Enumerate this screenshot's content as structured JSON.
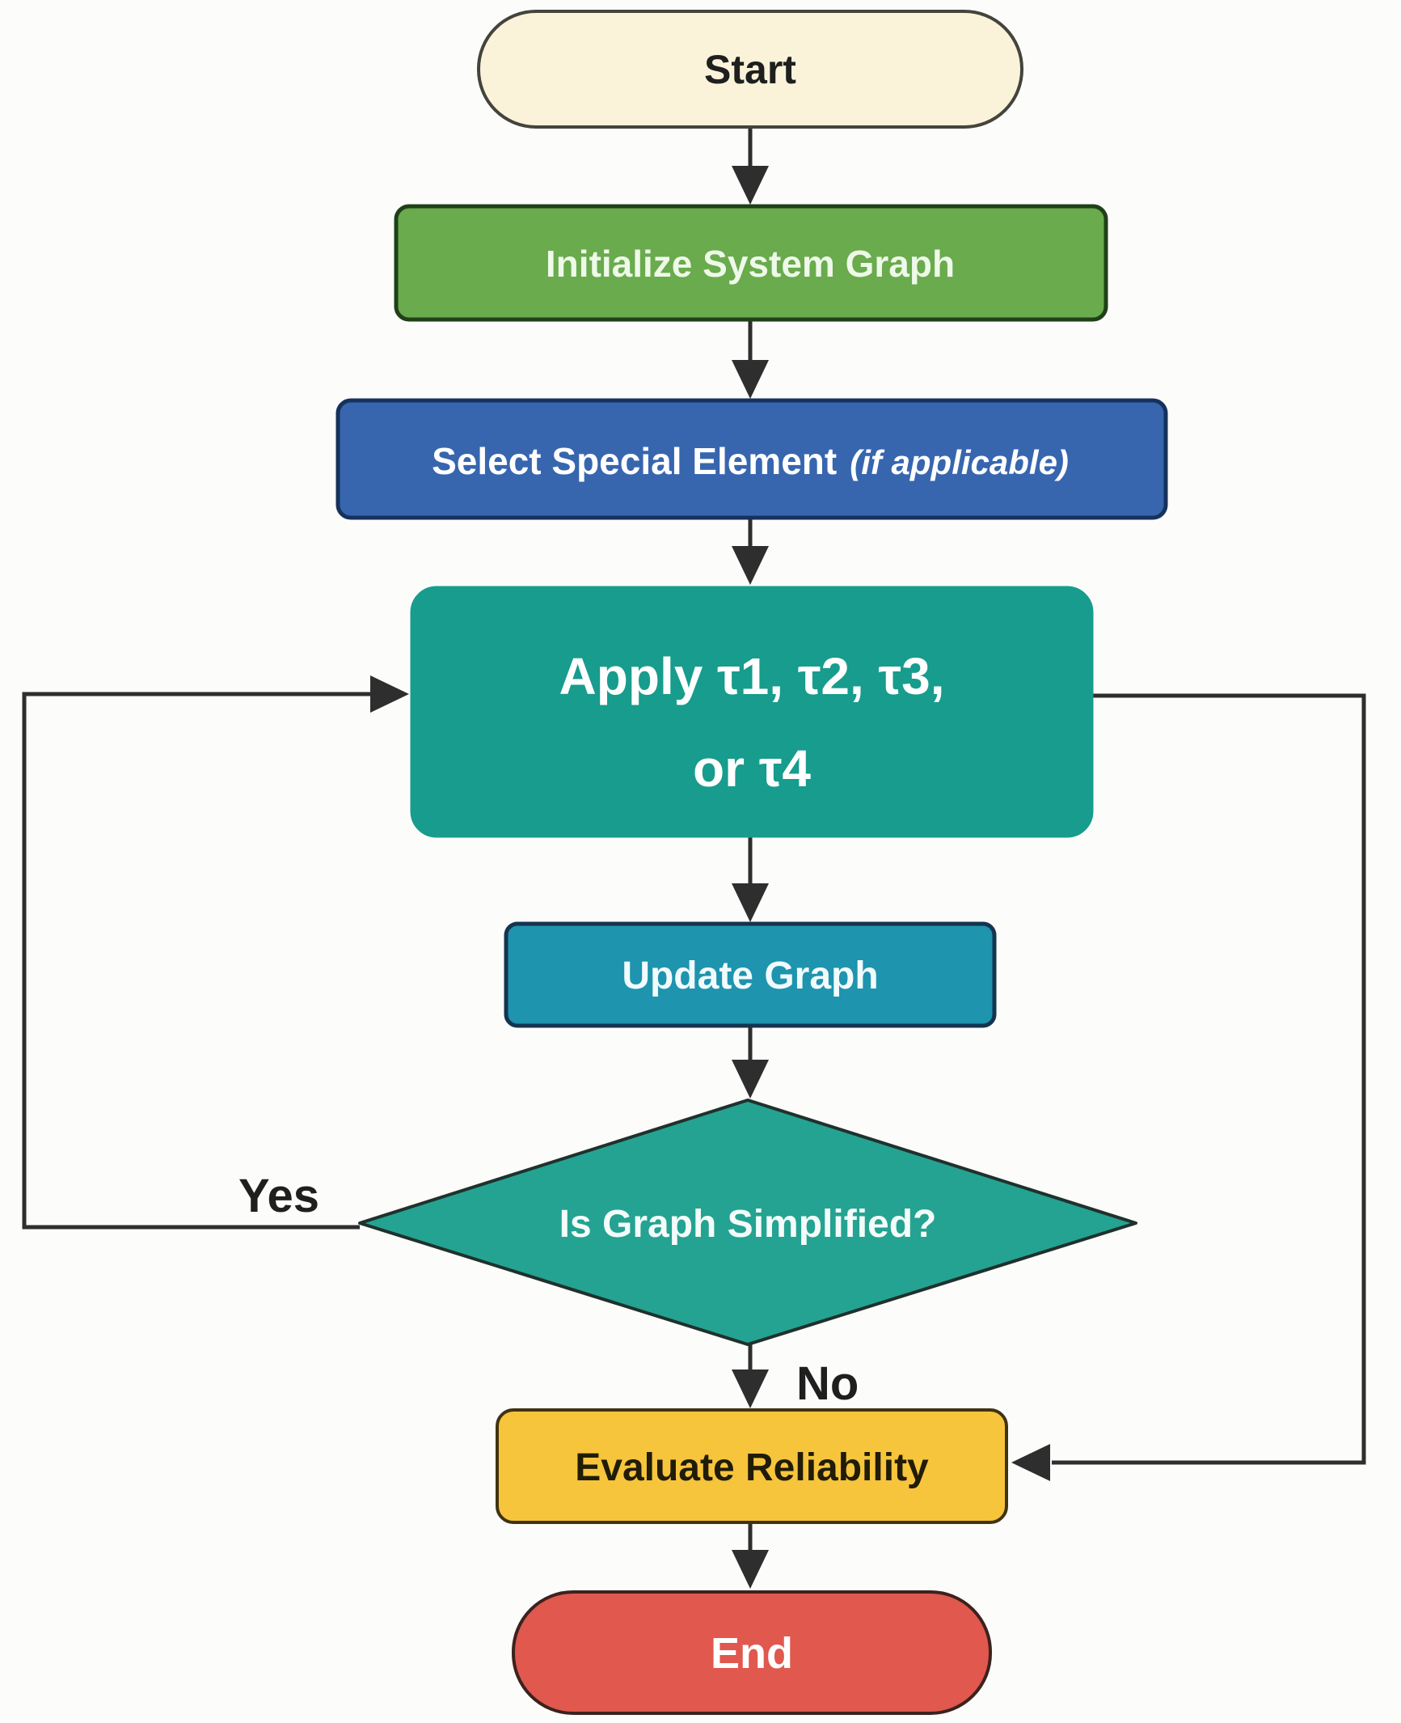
{
  "flowchart": {
    "background": "#FCFCFA",
    "arrow_color": "#2E2E2E",
    "edge_label_color": "#1F1F1F",
    "nodes": {
      "start": {
        "type": "terminator",
        "label": "Start",
        "fill": "#FAF3DA",
        "text_color": "#1F1F1F",
        "border": "#44443C"
      },
      "initialize": {
        "type": "process",
        "label": "Initialize System Graph",
        "fill": "#69AB4D",
        "text_color": "#EFF9E9",
        "border": "#1F4019"
      },
      "select": {
        "type": "process",
        "label": "Select Special Element",
        "note": "(if applicable)",
        "fill": "#3766AF",
        "text_color": "#FFFFFF",
        "border": "#16325C"
      },
      "apply": {
        "type": "process",
        "line1": "Apply τ1, τ2, τ3,",
        "line2": "or τ4",
        "fill": "#179C8D",
        "text_color": "#FFFFFF",
        "border": "#179C8D"
      },
      "update": {
        "type": "process",
        "label": "Update Graph",
        "fill": "#1E94AF",
        "text_color": "#F2FBFC",
        "border": "#14344F"
      },
      "decision": {
        "type": "decision",
        "label": "Is Graph Simplified?",
        "fill": "#24A392",
        "text_color": "#F4FCF9",
        "border": "#20312D"
      },
      "evaluate": {
        "type": "process",
        "label": "Evaluate Reliability",
        "fill": "#F6C53C",
        "text_color": "#211C08",
        "border": "#403312"
      },
      "end": {
        "type": "terminator",
        "label": "End",
        "fill": "#E0584E",
        "text_color": "#FFFFFF",
        "border": "#3C221E"
      }
    },
    "edges": {
      "yes_label": "Yes",
      "no_label": "No"
    }
  }
}
